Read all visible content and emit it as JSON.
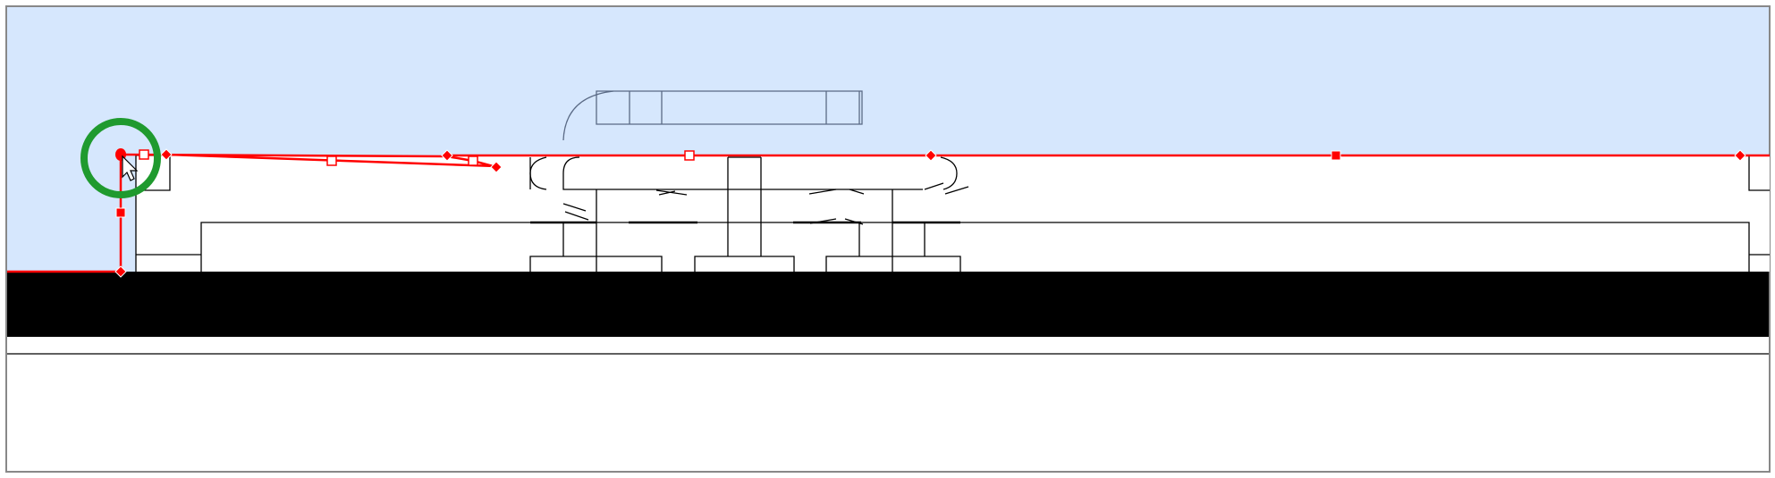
{
  "canvas": {
    "view": "cad-floorplan-edit",
    "colors": {
      "sky": "#d6e7fd",
      "selection": "#ff0000",
      "highlight_ring": "#1f9a2e",
      "ground": "#000000",
      "lines": "#000000"
    },
    "selection_handles": {
      "diamond_count": 6,
      "square_count": 7
    },
    "cursor_icon": "arrow-pointer"
  }
}
